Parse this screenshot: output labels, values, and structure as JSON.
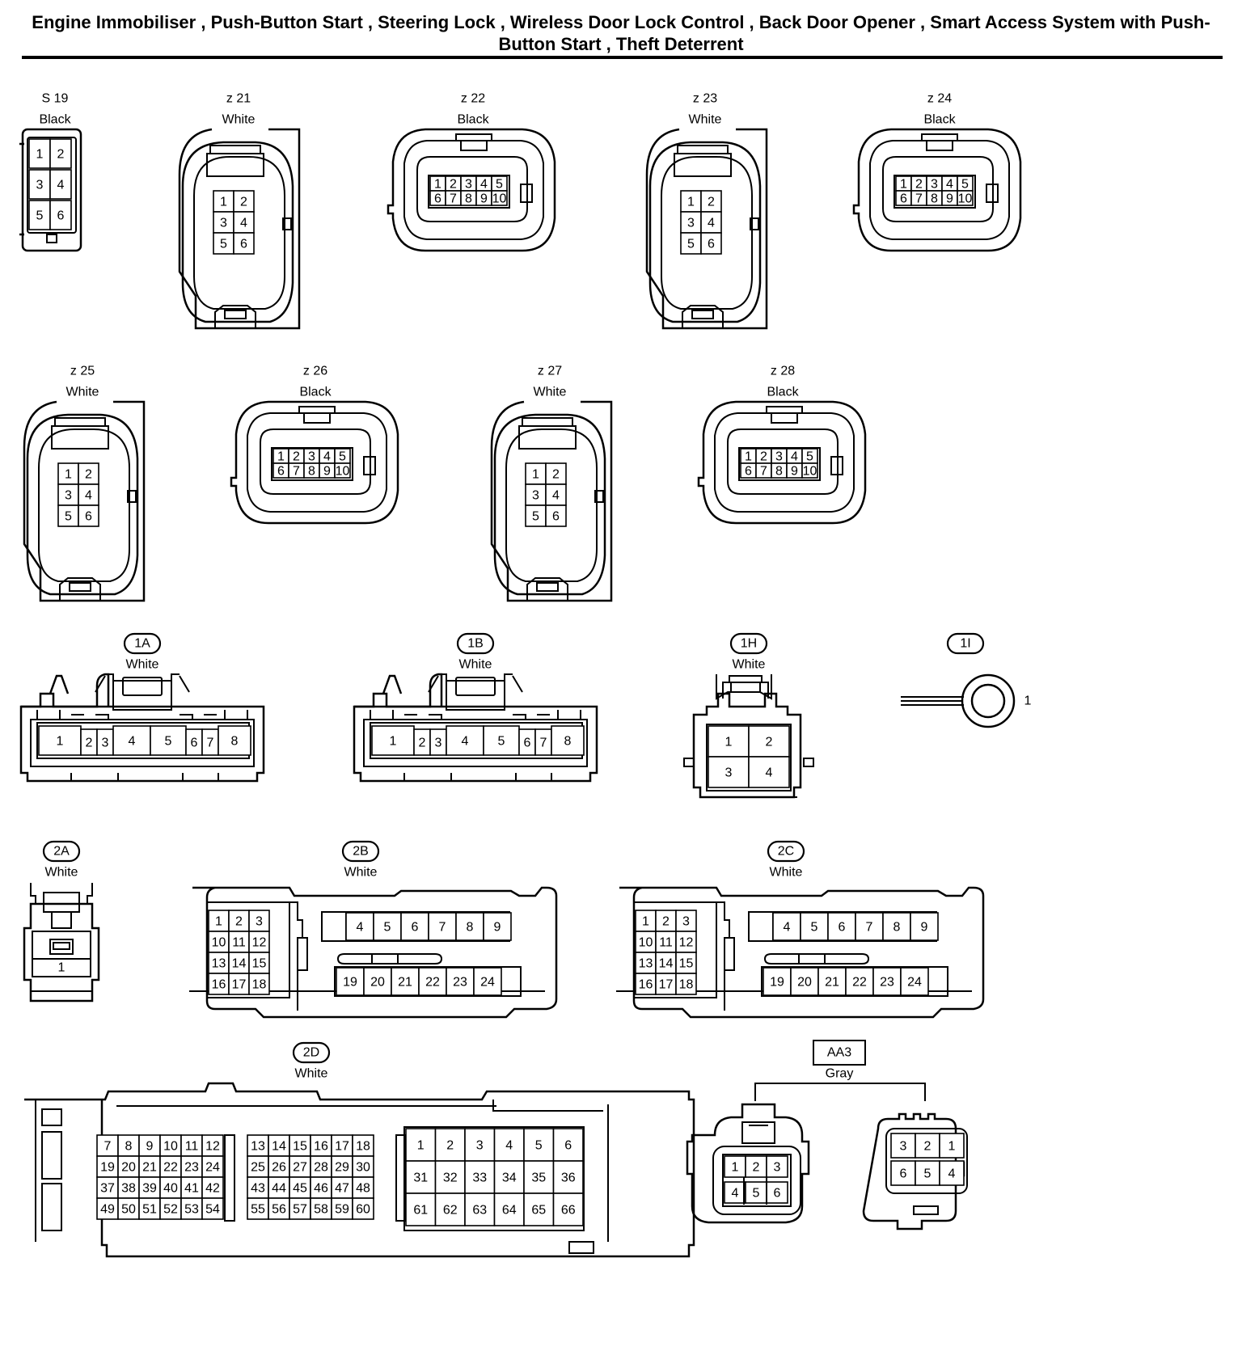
{
  "title": "Engine Immobiliser , Push-Button Start , Steering Lock , Wireless Door Lock Control , Back Door Opener , Smart Access System with Push-Button Start , Theft Deterrent",
  "connectors": [
    {
      "id": "S 19",
      "color": "Black",
      "style": "plain",
      "kind": "s19",
      "pins": [
        "1",
        "2",
        "3",
        "4",
        "5",
        "6"
      ]
    },
    {
      "id": "z 21",
      "color": "White",
      "style": "plain",
      "kind": "tall6",
      "pins": [
        "1",
        "2",
        "3",
        "4",
        "5",
        "6"
      ]
    },
    {
      "id": "z 22",
      "color": "Black",
      "style": "plain",
      "kind": "wide10",
      "pins": [
        "1",
        "2",
        "3",
        "4",
        "5",
        "6",
        "7",
        "8",
        "9",
        "10"
      ]
    },
    {
      "id": "z 23",
      "color": "White",
      "style": "plain",
      "kind": "tall6",
      "pins": [
        "1",
        "2",
        "3",
        "4",
        "5",
        "6"
      ]
    },
    {
      "id": "z 24",
      "color": "Black",
      "style": "plain",
      "kind": "wide10",
      "pins": [
        "1",
        "2",
        "3",
        "4",
        "5",
        "6",
        "7",
        "8",
        "9",
        "10"
      ]
    },
    {
      "id": "z 25",
      "color": "White",
      "style": "plain",
      "kind": "tall6",
      "pins": [
        "1",
        "2",
        "3",
        "4",
        "5",
        "6"
      ]
    },
    {
      "id": "z 26",
      "color": "Black",
      "style": "plain",
      "kind": "wide10",
      "pins": [
        "1",
        "2",
        "3",
        "4",
        "5",
        "6",
        "7",
        "8",
        "9",
        "10"
      ]
    },
    {
      "id": "z 27",
      "color": "White",
      "style": "plain",
      "kind": "tall6",
      "pins": [
        "1",
        "2",
        "3",
        "4",
        "5",
        "6"
      ]
    },
    {
      "id": "z 28",
      "color": "Black",
      "style": "plain",
      "kind": "wide10",
      "pins": [
        "1",
        "2",
        "3",
        "4",
        "5",
        "6",
        "7",
        "8",
        "9",
        "10"
      ]
    },
    {
      "id": "1A",
      "color": "White",
      "style": "oval",
      "kind": "j8",
      "pins": [
        "1",
        "2",
        "3",
        "4",
        "5",
        "6",
        "7",
        "8"
      ]
    },
    {
      "id": "1B",
      "color": "White",
      "style": "oval",
      "kind": "j8",
      "pins": [
        "1",
        "2",
        "3",
        "4",
        "5",
        "6",
        "7",
        "8"
      ]
    },
    {
      "id": "1H",
      "color": "White",
      "style": "oval",
      "kind": "j4",
      "pins": [
        "1",
        "2",
        "3",
        "4"
      ]
    },
    {
      "id": "1I",
      "color": "",
      "style": "oval",
      "kind": "ring",
      "pins": [
        "1"
      ]
    },
    {
      "id": "2A",
      "color": "White",
      "style": "oval",
      "kind": "j1",
      "pins": [
        "1"
      ]
    },
    {
      "id": "2B",
      "color": "White",
      "style": "oval",
      "kind": "j24",
      "pins": [
        "1",
        "2",
        "3",
        "10",
        "11",
        "12",
        "13",
        "14",
        "15",
        "16",
        "17",
        "18",
        "4",
        "5",
        "6",
        "7",
        "8",
        "9",
        "19",
        "20",
        "21",
        "22",
        "23",
        "24"
      ]
    },
    {
      "id": "2C",
      "color": "White",
      "style": "oval",
      "kind": "j24",
      "pins": [
        "1",
        "2",
        "3",
        "10",
        "11",
        "12",
        "13",
        "14",
        "15",
        "16",
        "17",
        "18",
        "4",
        "5",
        "6",
        "7",
        "8",
        "9",
        "19",
        "20",
        "21",
        "22",
        "23",
        "24"
      ]
    },
    {
      "id": "2D",
      "color": "White",
      "style": "oval",
      "kind": "j66",
      "pins": [
        "7",
        "8",
        "9",
        "10",
        "11",
        "12",
        "19",
        "20",
        "21",
        "22",
        "23",
        "24",
        "37",
        "38",
        "39",
        "40",
        "41",
        "42",
        "49",
        "50",
        "51",
        "52",
        "53",
        "54",
        "13",
        "14",
        "15",
        "16",
        "17",
        "18",
        "25",
        "26",
        "27",
        "28",
        "29",
        "30",
        "43",
        "44",
        "45",
        "46",
        "47",
        "48",
        "55",
        "56",
        "57",
        "58",
        "59",
        "60",
        "1",
        "2",
        "3",
        "4",
        "5",
        "6",
        "31",
        "32",
        "33",
        "34",
        "35",
        "36",
        "61",
        "62",
        "63",
        "64",
        "65",
        "66"
      ]
    },
    {
      "id": "AA3",
      "color": "Gray",
      "style": "box",
      "kind": "aa3",
      "pins": [
        "1",
        "2",
        "3",
        "4",
        "5",
        "6",
        "3",
        "2",
        "1",
        "6",
        "5",
        "4"
      ]
    }
  ]
}
